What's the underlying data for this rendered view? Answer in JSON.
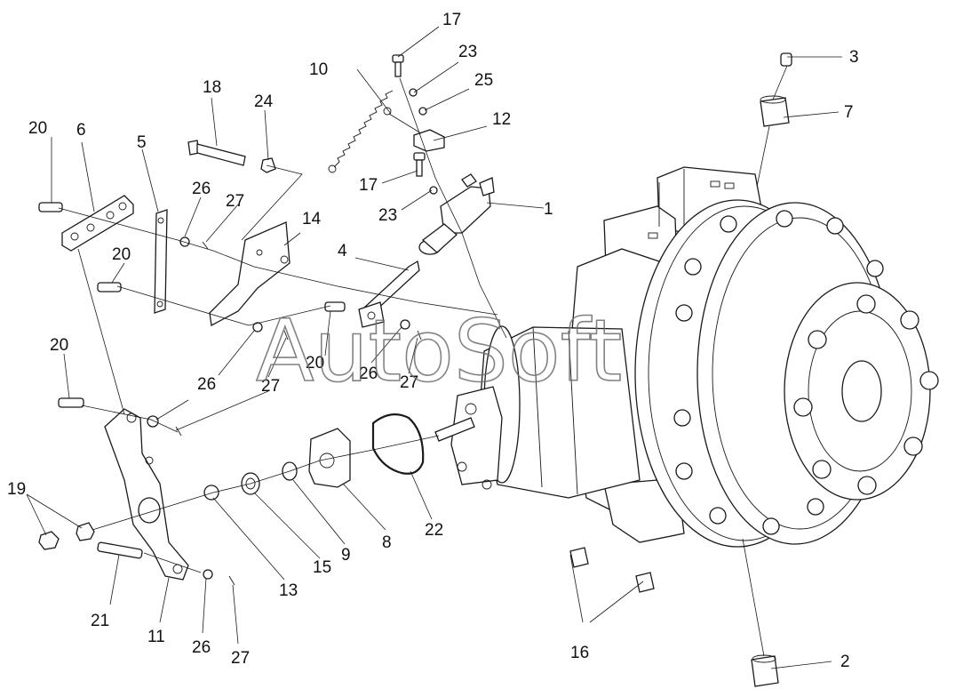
{
  "callouts": {
    "c1": "1",
    "c2": "2",
    "c3": "3",
    "c4": "4",
    "c5": "5",
    "c6": "6",
    "c7": "7",
    "c8": "8",
    "c9": "9",
    "c10": "10",
    "c11": "11",
    "c12": "12",
    "c13": "13",
    "c14": "14",
    "c15": "15",
    "c16": "16",
    "c17a": "17",
    "c17b": "17",
    "c18": "18",
    "c19": "19",
    "c20a": "20",
    "c20b": "20",
    "c20c": "20",
    "c20d": "20",
    "c21": "21",
    "c22": "22",
    "c23a": "23",
    "c23b": "23",
    "c24": "24",
    "c25": "25",
    "c26a": "26",
    "c26b": "26",
    "c26c": "26",
    "c26d": "26",
    "c27a": "27",
    "c27b": "27",
    "c27c": "27",
    "c27d": "27"
  },
  "watermark": "AutoSoft"
}
